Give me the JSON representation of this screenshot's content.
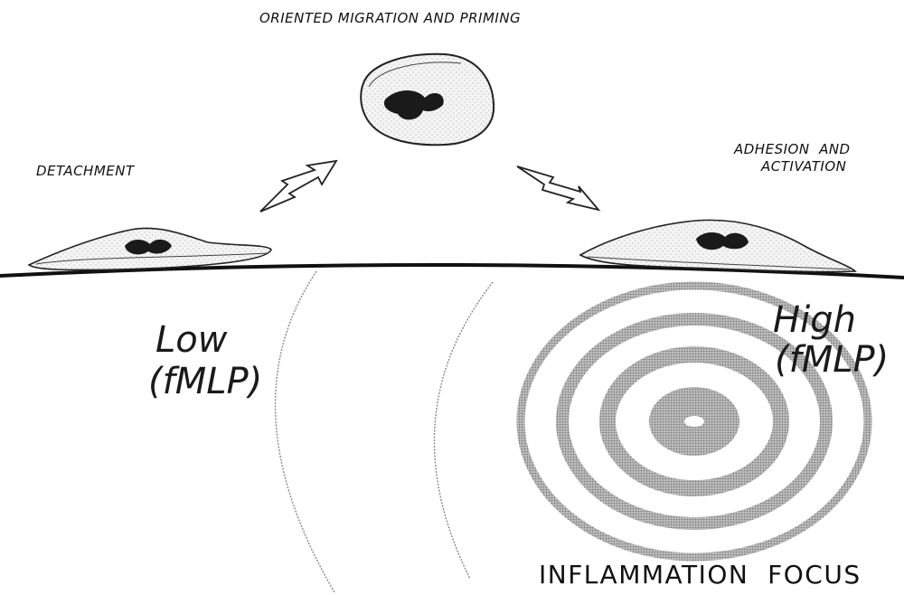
{
  "labels": {
    "top": "ORIENTED MIGRATION AND PRIMING",
    "left": "DETACHMENT",
    "right_line1": "ADHESION  AND",
    "right_line2": "ACTIVATION",
    "low_line1": "Low",
    "low_line2": "(fMLP)",
    "high_line1": "High",
    "high_line2": "(fMLP)",
    "focus": "INFLAMMATION  FOCUS"
  },
  "gradient": {
    "levels": [
      "Low",
      "High"
    ],
    "molecule": "fMLP"
  }
}
